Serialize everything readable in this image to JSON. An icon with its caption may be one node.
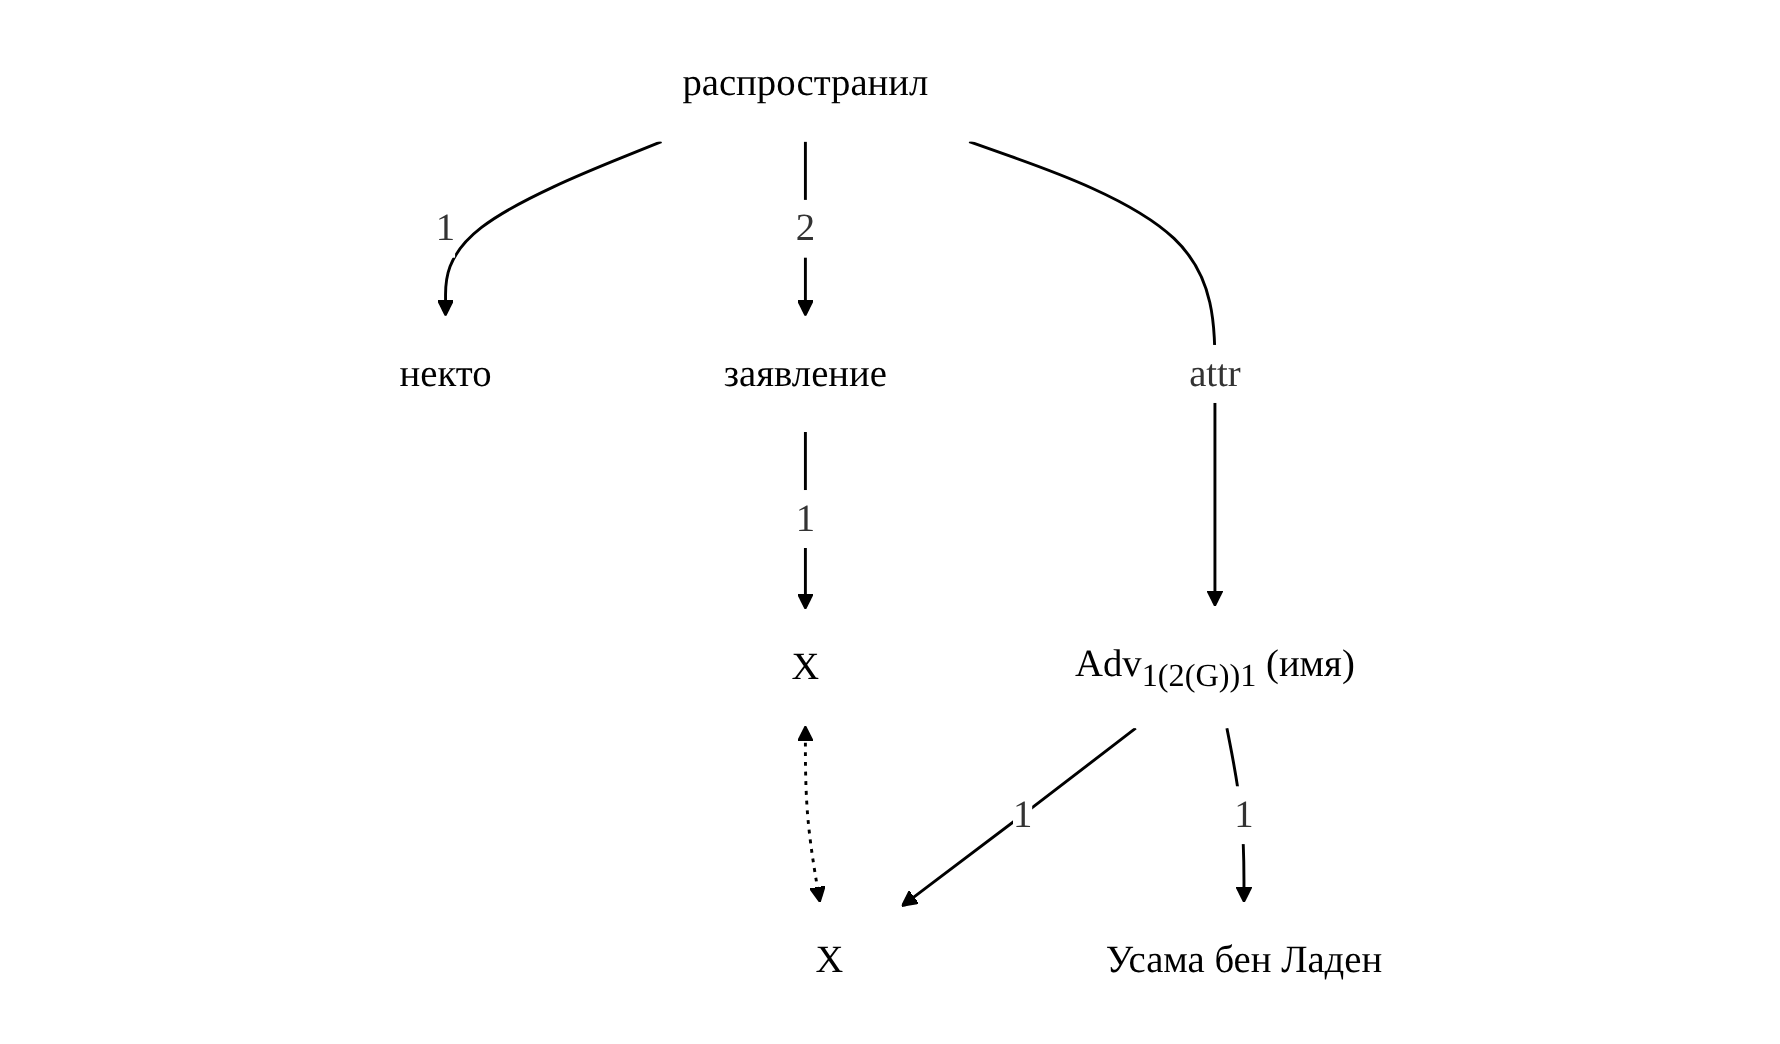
{
  "diagram": {
    "nodes": [
      {
        "text": [
          "распространил"
        ]
      },
      {
        "text": [
          "Adv$_{1(2(G))1}$ (имя)"
        ]
      },
      {
        "text": [
          "некто"
        ]
      },
      {
        "text": [
          "заявление"
        ]
      },
      {
        "text": [
          "X"
        ]
      },
      {
        "text": [
          "Усама бен Ладен"
        ]
      },
      {
        "text": [
          "X"
        ]
      }
    ],
    "edges": [
      {
        "from": 0,
        "to": 1,
        "arrow": "to",
        "label": "attr"
      },
      {
        "from": 0,
        "to": 2,
        "arrow": "to",
        "label": "1"
      },
      {
        "from": 0,
        "to": 3,
        "arrow": "to",
        "label": "2"
      },
      {
        "from": 1,
        "to": 4,
        "arrow": "to",
        "label": "1"
      },
      {
        "from": 1,
        "to": 5,
        "arrow": "to",
        "label": "1"
      },
      {
        "from": 3,
        "to": 6,
        "arrow": "to",
        "label": "1"
      },
      {
        "from": 6,
        "to": 4,
        "arrow": "both",
        "style": "dashed"
      }
    ]
  }
}
